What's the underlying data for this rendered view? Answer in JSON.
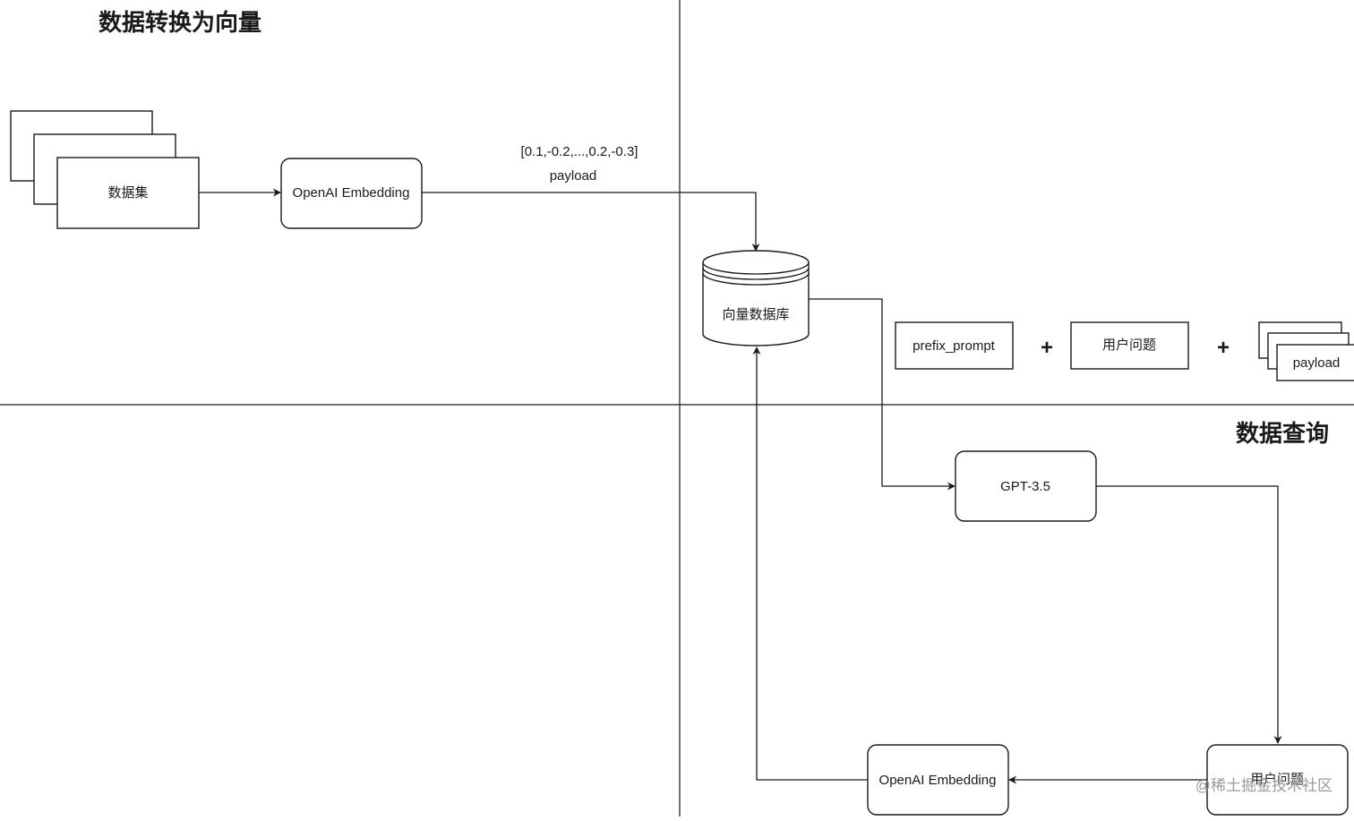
{
  "titles": {
    "section1": "数据转换为向量",
    "section2": "数据查询"
  },
  "nodes": {
    "dataset": "数据集",
    "embedding_top": "OpenAI Embedding",
    "vector_db": "向量数据库",
    "prefix_prompt": "prefix_prompt",
    "user_question_top": "用户问题",
    "payload_stack": "payload",
    "gpt": "GPT-3.5",
    "user_question_bottom": "用户问题",
    "embedding_bottom": "OpenAI Embedding"
  },
  "edge_labels": {
    "vector_value": "[0.1,-0.2,...,0.2,-0.3]",
    "payload": "payload"
  },
  "operators": {
    "plus_1": "+",
    "plus_2": "+"
  },
  "watermark": "@稀土掘金技术社区"
}
